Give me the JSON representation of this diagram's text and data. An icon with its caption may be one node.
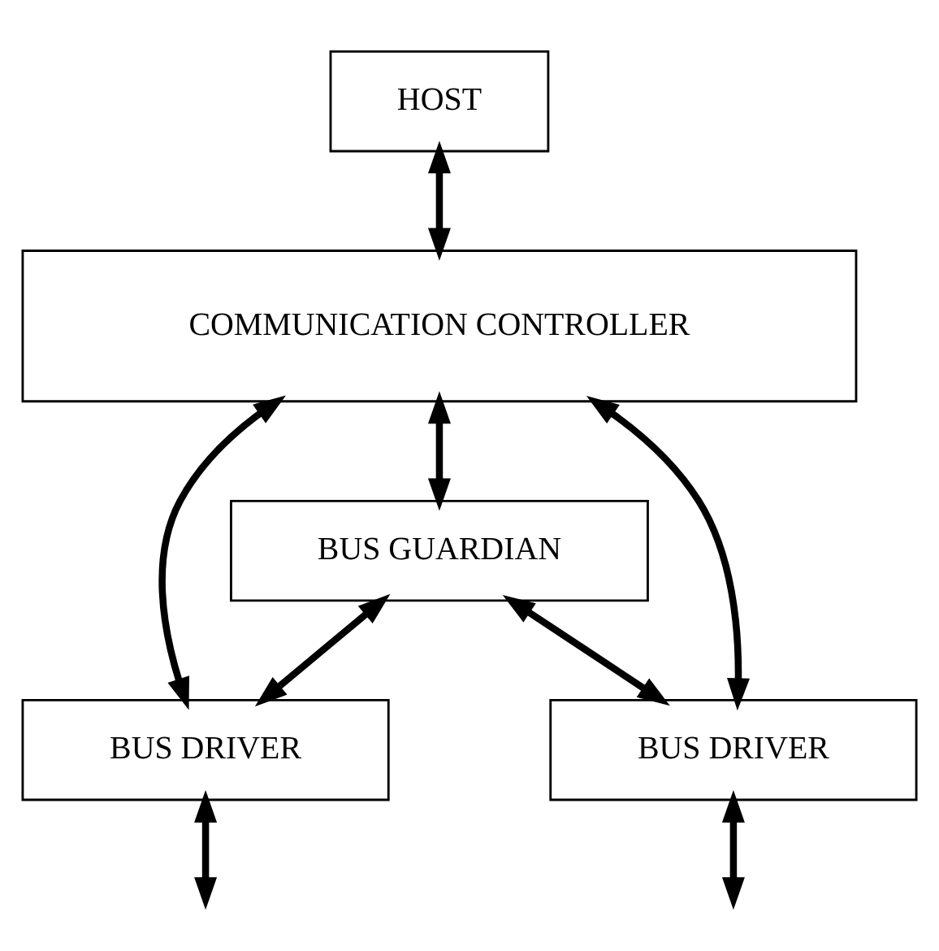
{
  "diagram": {
    "nodes": [
      {
        "text": [
          "HOST"
        ]
      },
      {
        "text": [
          "COMMUNICATION CONTROLLER"
        ]
      },
      {
        "text": [
          "BUS GUARDIAN"
        ]
      },
      {
        "text": [
          "BUS DRIVER"
        ]
      },
      {
        "text": [
          "BUS DRIVER"
        ]
      }
    ],
    "edges": [
      {
        "from": 0,
        "to": 1,
        "arrow": "both"
      },
      {
        "from": 1,
        "to": 3,
        "arrow": "both"
      },
      {
        "from": 1,
        "to": 2,
        "arrow": "both"
      },
      {
        "from": 1,
        "to": 4,
        "arrow": "both"
      },
      {
        "from": 2,
        "to": 3,
        "arrow": "both"
      },
      {
        "from": 2,
        "to": 4,
        "arrow": "both"
      },
      {
        "from": 3,
        "to": null,
        "arrow": "both"
      },
      {
        "from": 4,
        "to": null,
        "arrow": "both"
      }
    ]
  }
}
